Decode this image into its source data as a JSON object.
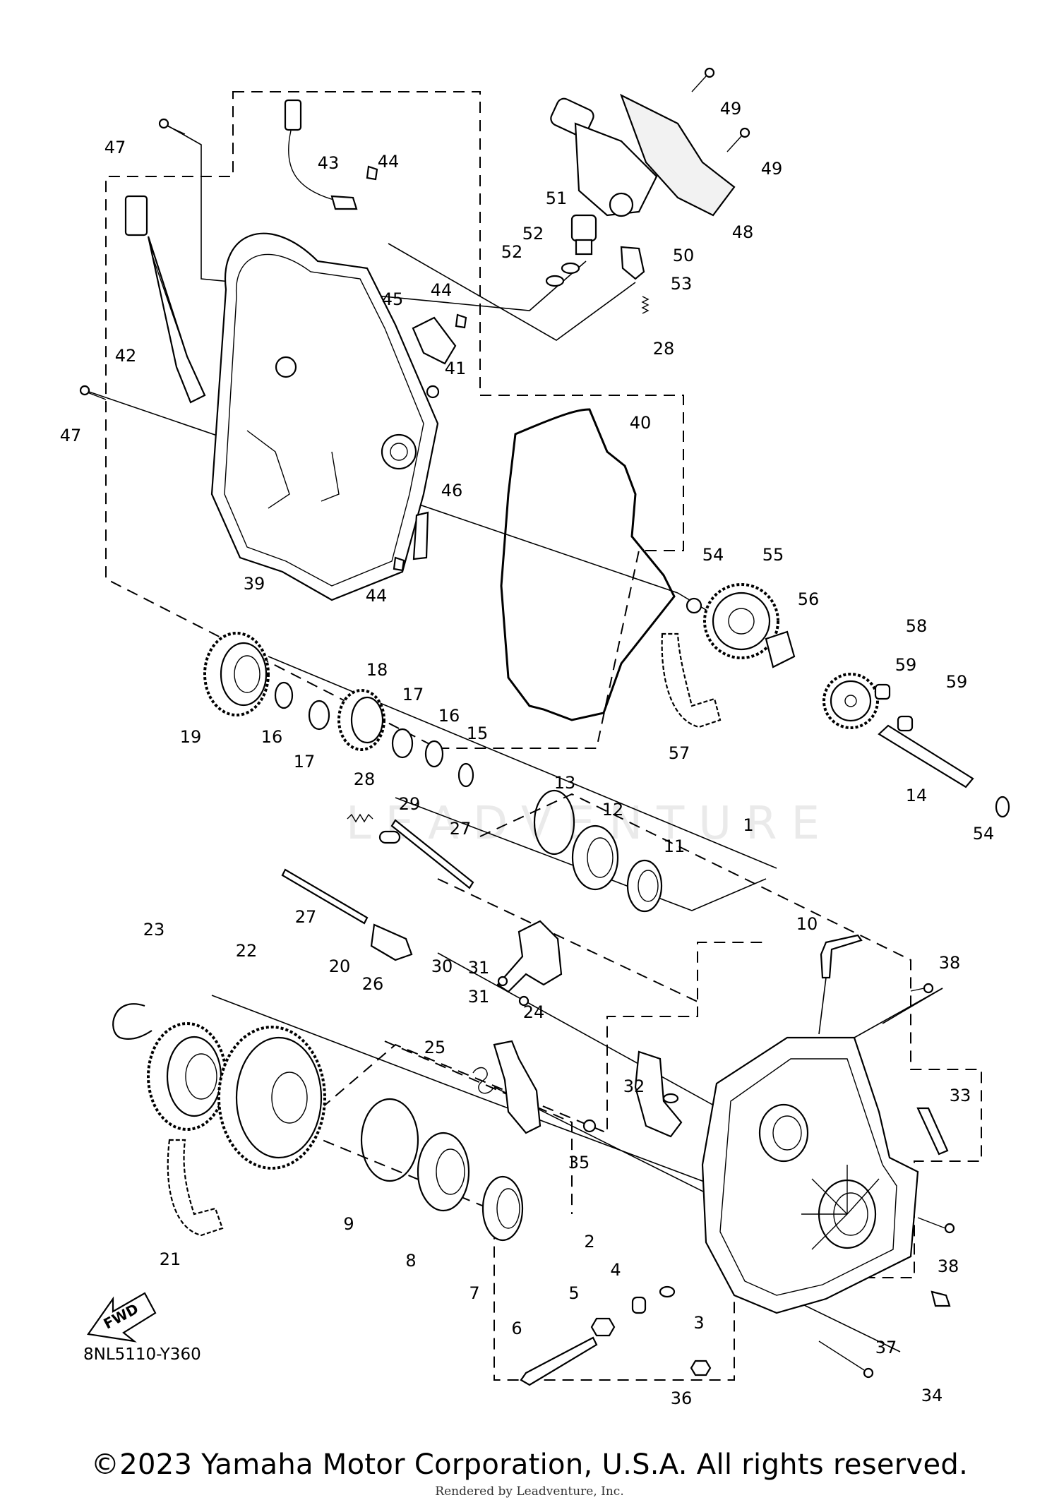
{
  "diagram": {
    "code": "8NL5110-Y360",
    "direction_label": "FWD",
    "watermark": "LEADVENTURE",
    "copyright": "©2023 Yamaha Motor Corporation, U.S.A. All rights reserved.",
    "rendered_by": "Rendered by Leadventure, Inc."
  },
  "callouts": [
    {
      "id": "c1",
      "text": "1"
    },
    {
      "id": "c2",
      "text": "2"
    },
    {
      "id": "c3",
      "text": "3"
    },
    {
      "id": "c4",
      "text": "4"
    },
    {
      "id": "c5",
      "text": "5"
    },
    {
      "id": "c6",
      "text": "6"
    },
    {
      "id": "c7",
      "text": "7"
    },
    {
      "id": "c8",
      "text": "8"
    },
    {
      "id": "c9",
      "text": "9"
    },
    {
      "id": "c10",
      "text": "10"
    },
    {
      "id": "c11",
      "text": "11"
    },
    {
      "id": "c12",
      "text": "12"
    },
    {
      "id": "c13",
      "text": "13"
    },
    {
      "id": "c14",
      "text": "14"
    },
    {
      "id": "c15",
      "text": "15"
    },
    {
      "id": "c16a",
      "text": "16"
    },
    {
      "id": "c16b",
      "text": "16"
    },
    {
      "id": "c17a",
      "text": "17"
    },
    {
      "id": "c17b",
      "text": "17"
    },
    {
      "id": "c18",
      "text": "18"
    },
    {
      "id": "c19",
      "text": "19"
    },
    {
      "id": "c20",
      "text": "20"
    },
    {
      "id": "c21",
      "text": "21"
    },
    {
      "id": "c22",
      "text": "22"
    },
    {
      "id": "c23",
      "text": "23"
    },
    {
      "id": "c24",
      "text": "24"
    },
    {
      "id": "c25",
      "text": "25"
    },
    {
      "id": "c26",
      "text": "26"
    },
    {
      "id": "c27a",
      "text": "27"
    },
    {
      "id": "c27b",
      "text": "27"
    },
    {
      "id": "c28a",
      "text": "28"
    },
    {
      "id": "c28b",
      "text": "28"
    },
    {
      "id": "c29",
      "text": "29"
    },
    {
      "id": "c30",
      "text": "30"
    },
    {
      "id": "c31a",
      "text": "31"
    },
    {
      "id": "c31b",
      "text": "31"
    },
    {
      "id": "c32",
      "text": "32"
    },
    {
      "id": "c33",
      "text": "33"
    },
    {
      "id": "c34",
      "text": "34"
    },
    {
      "id": "c35",
      "text": "35"
    },
    {
      "id": "c36",
      "text": "36"
    },
    {
      "id": "c37",
      "text": "37"
    },
    {
      "id": "c38a",
      "text": "38"
    },
    {
      "id": "c38b",
      "text": "38"
    },
    {
      "id": "c39",
      "text": "39"
    },
    {
      "id": "c40",
      "text": "40"
    },
    {
      "id": "c41",
      "text": "41"
    },
    {
      "id": "c42",
      "text": "42"
    },
    {
      "id": "c43",
      "text": "43"
    },
    {
      "id": "c44a",
      "text": "44"
    },
    {
      "id": "c44b",
      "text": "44"
    },
    {
      "id": "c44c",
      "text": "44"
    },
    {
      "id": "c45",
      "text": "45"
    },
    {
      "id": "c46",
      "text": "46"
    },
    {
      "id": "c47a",
      "text": "47"
    },
    {
      "id": "c47b",
      "text": "47"
    },
    {
      "id": "c48",
      "text": "48"
    },
    {
      "id": "c49a",
      "text": "49"
    },
    {
      "id": "c49b",
      "text": "49"
    },
    {
      "id": "c50",
      "text": "50"
    },
    {
      "id": "c51",
      "text": "51"
    },
    {
      "id": "c52a",
      "text": "52"
    },
    {
      "id": "c52b",
      "text": "52"
    },
    {
      "id": "c53",
      "text": "53"
    },
    {
      "id": "c54a",
      "text": "54"
    },
    {
      "id": "c54b",
      "text": "54"
    },
    {
      "id": "c55",
      "text": "55"
    },
    {
      "id": "c56",
      "text": "56"
    },
    {
      "id": "c57",
      "text": "57"
    },
    {
      "id": "c58",
      "text": "58"
    },
    {
      "id": "c59a",
      "text": "59"
    },
    {
      "id": "c59b",
      "text": "59"
    }
  ]
}
